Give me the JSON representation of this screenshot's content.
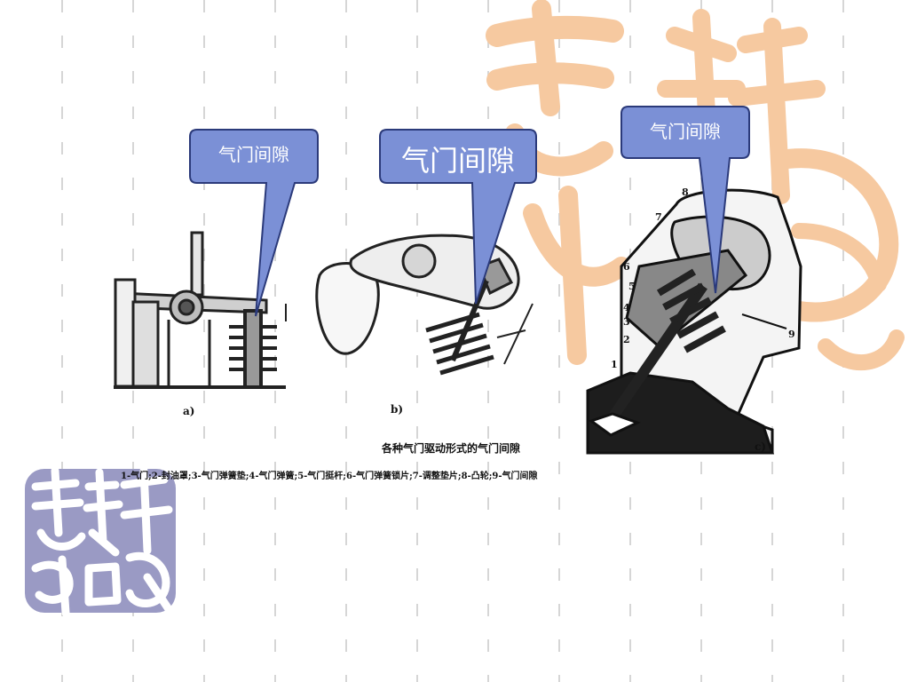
{
  "callouts": [
    {
      "id": "a",
      "text": "气门间隙"
    },
    {
      "id": "b",
      "text": "气门间隙"
    },
    {
      "id": "c",
      "text": "气门间隙"
    }
  ],
  "figure": {
    "sub_labels": [
      "a)",
      "b)",
      "c)"
    ],
    "caption": "各种气门驱动形式的气门间隙",
    "legend": "1-气门;2-封油罩;3-气门弹簧垫;4-气门弹簧;5-气门挺杆;6-气门弹簧锁片;7-调整垫片;8-凸轮;9-气门间隙",
    "part_numbers": [
      "8",
      "7",
      "6",
      "5",
      "4",
      "3",
      "2",
      "1",
      "9"
    ]
  },
  "colors": {
    "callout_fill": "#7b90d6",
    "callout_stroke": "#2b3a7a",
    "seal_bg": "#9a9ac4",
    "watermark": "#f6c9a0"
  }
}
